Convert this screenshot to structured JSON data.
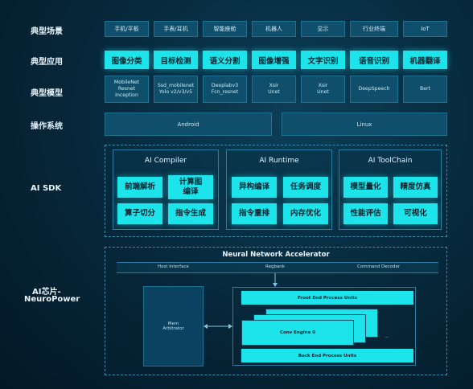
{
  "labels": {
    "scenes": "典型场景",
    "apps": "典型应用",
    "models": "典型模型",
    "os": "操作系统",
    "sdk": "AI SDK",
    "chip_line1": "AI芯片-",
    "chip_line2": "NeuroPower"
  },
  "scenes": [
    "手机/平板",
    "手表/耳机",
    "智能座舱",
    "机器人",
    "显示",
    "行业终端",
    "IoT"
  ],
  "apps": [
    "图像分类",
    "目标检测",
    "语义分割",
    "图像增强",
    "文字识别",
    "语音识别",
    "机器翻译"
  ],
  "models": [
    [
      "MobileNet",
      "Resnet",
      "Inception"
    ],
    [
      "Ssd_mobilenet",
      "Yolo v2/v3/v5"
    ],
    [
      "Deeplabv3",
      "Fcn_resnet"
    ],
    [
      "Xsir",
      "Unet"
    ],
    [
      "Xsir",
      "Unet"
    ],
    [
      "DeepSpeech"
    ],
    [
      "Bert"
    ]
  ],
  "os": [
    "Android",
    "Linux"
  ],
  "sdk": {
    "compiler": {
      "title": "AI Compiler",
      "items": [
        "前端解析",
        "计算图\n编译",
        "算子切分",
        "指令生成"
      ]
    },
    "runtime": {
      "title": "AI Runtime",
      "items": [
        "异构编译",
        "任务调度",
        "指令重排",
        "内存优化"
      ]
    },
    "toolchain": {
      "title": "AI ToolChain",
      "items": [
        "模型量化",
        "精度仿真",
        "性能评估",
        "可视化"
      ]
    }
  },
  "chip": {
    "title": "Neural Network Accelerator",
    "host_interface": "Host Interface",
    "regbank": "Regbank",
    "command_decoder": "Command Decoder",
    "mem_arbitrator": [
      "Mem",
      "Arbitrator"
    ],
    "front_end": "Front End Process Units",
    "conv_engine": "Conv Engine 0",
    "back_end": "Back End Process Units",
    "ellipsis": "..."
  }
}
